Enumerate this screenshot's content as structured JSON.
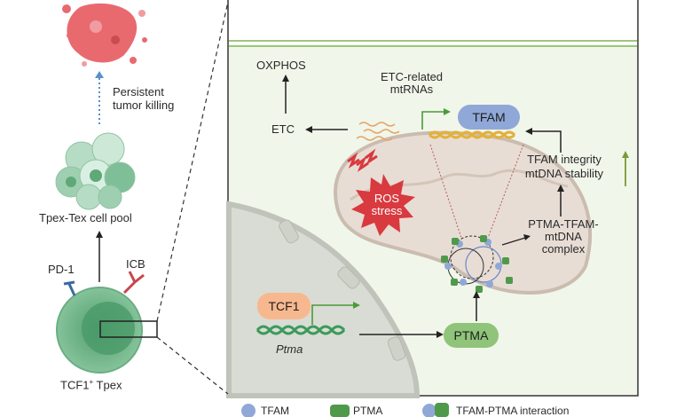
{
  "left_panel": {
    "persistent_tumor_killing": [
      "Persistent",
      "tumor killing"
    ],
    "pool_label": "Tpex-Tex cell pool",
    "pd1_label": "PD-1",
    "icb_label": "ICB",
    "cell_label_main": "TCF1",
    "cell_label_sup": "+",
    "cell_label_rest": " Tpex"
  },
  "main_panel": {
    "oxphos": "OXPHOS",
    "etc": "ETC",
    "etc_mtrnas": [
      "ETC-related",
      "mtRNAs"
    ],
    "tfam": "TFAM",
    "tfam_integrity": [
      "TFAM integrity",
      "mtDNA stability"
    ],
    "ros_stress": [
      "ROS",
      "stress"
    ],
    "complex": [
      "PTMA-TFAM-",
      "mtDNA",
      "complex"
    ],
    "tcf1": "TCF1",
    "ptma": "PTMA",
    "gene": "Ptma"
  },
  "legend": {
    "tfam": "TFAM",
    "ptma": "PTMA",
    "interaction": "TFAM-PTMA interaction"
  },
  "colors": {
    "tumor": "#e86a6f",
    "tcell_green": "#5fa878",
    "panel_bg": "#f1f6ea",
    "mito": "#e8ddd5",
    "ros": "#d83a3f",
    "tfam_blue": "#8fa8d8",
    "ptma_green": "#4f9a4a",
    "tcf1_peach": "#f7b88f",
    "dna_yellow": "#e3b13a",
    "dna_green": "#3c9a5a"
  }
}
